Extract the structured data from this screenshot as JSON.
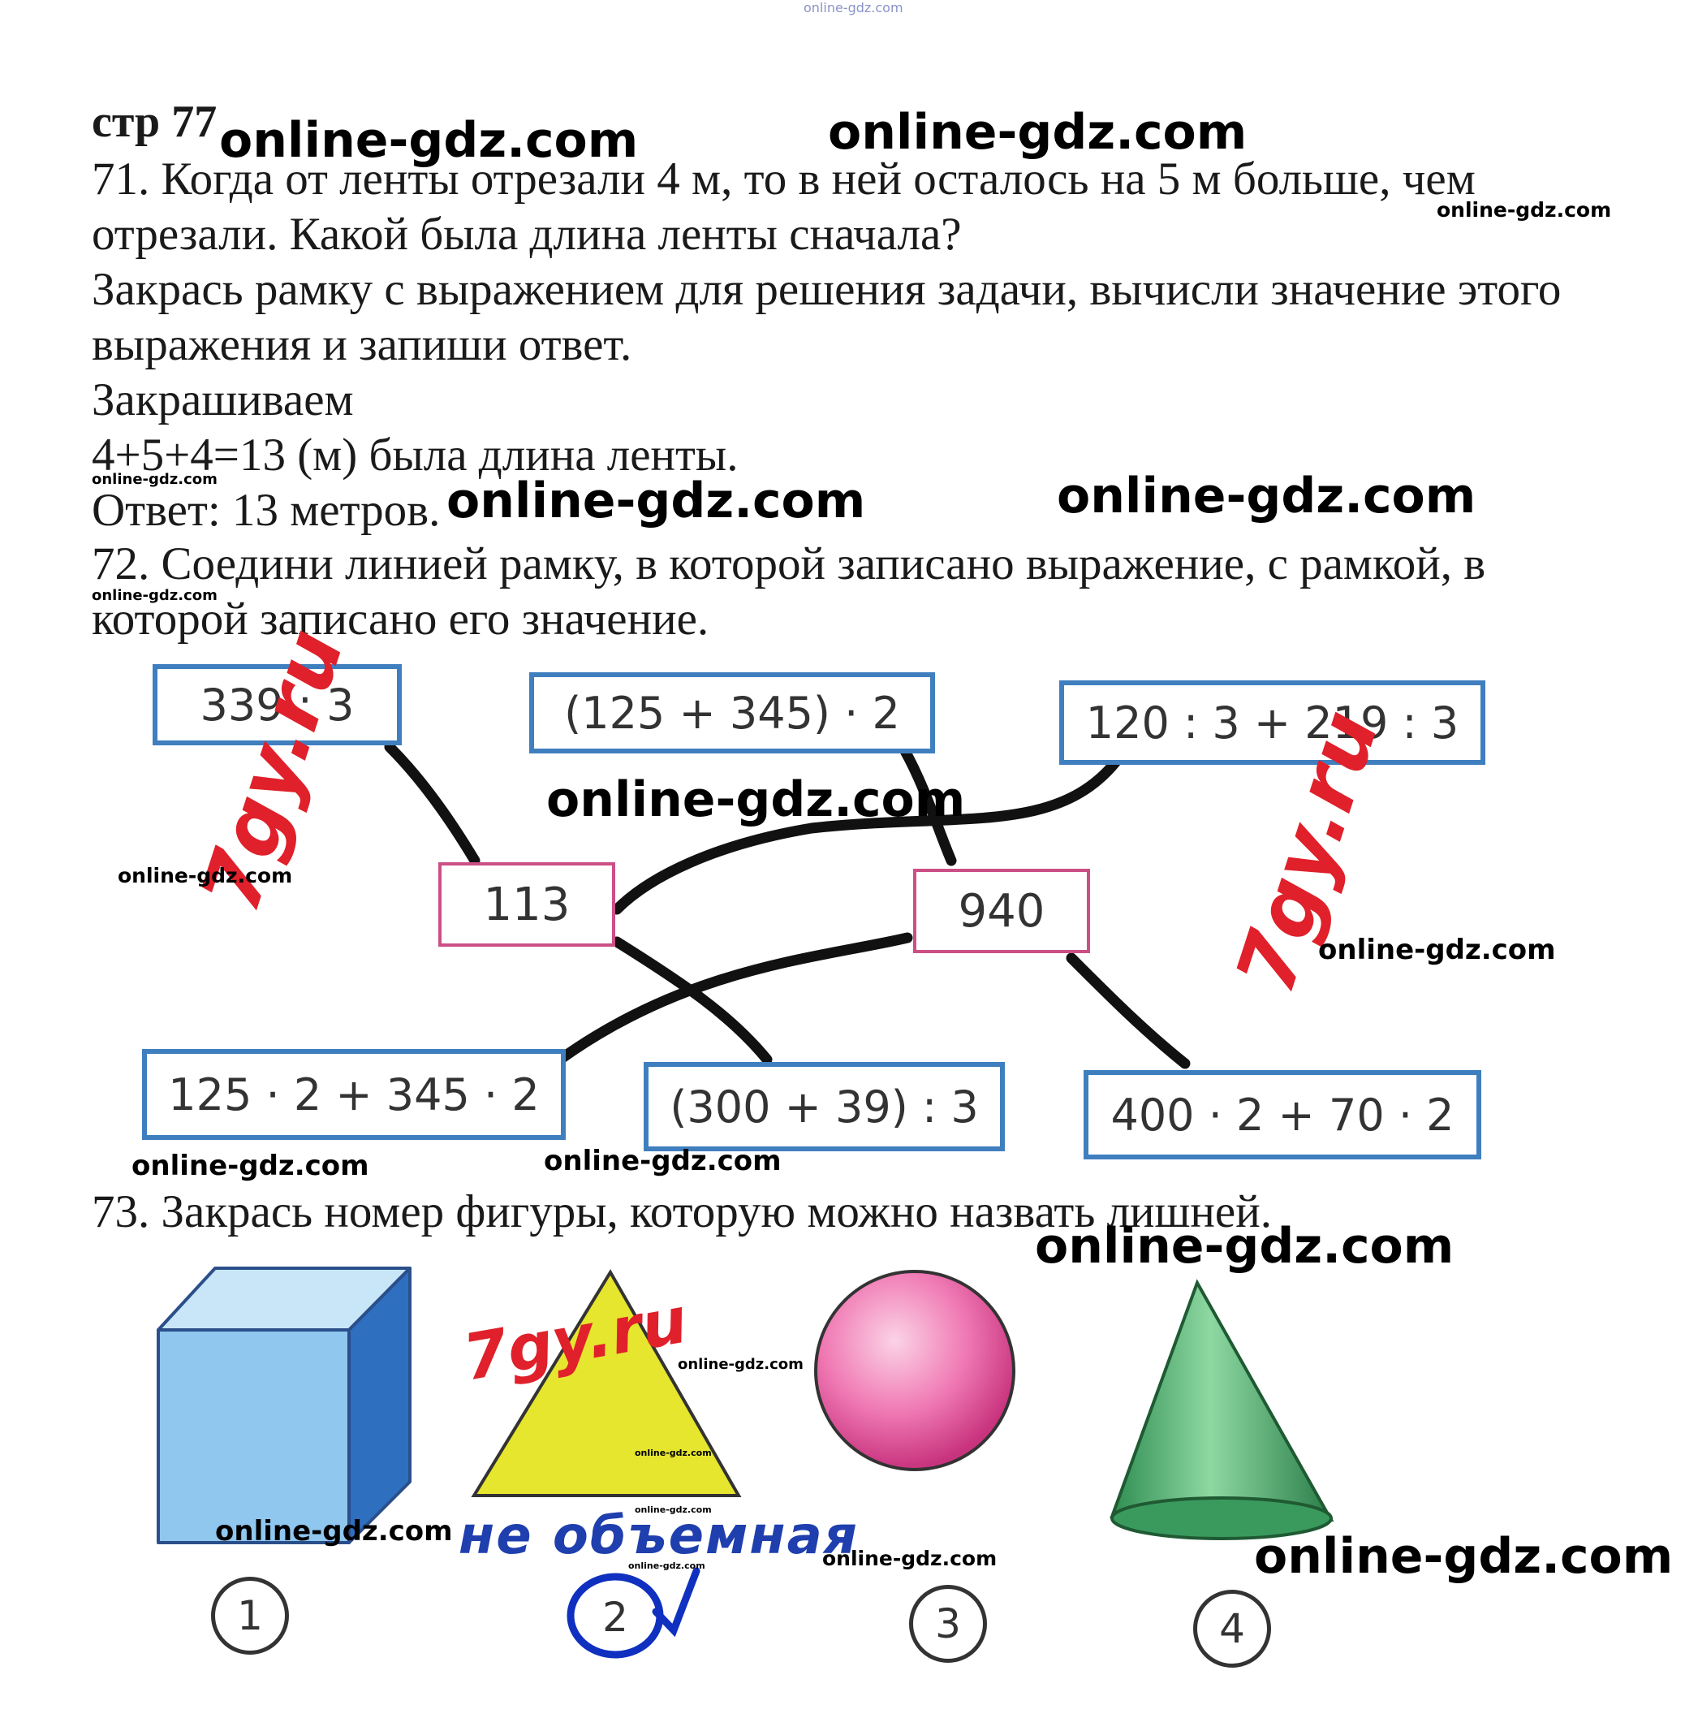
{
  "header_watermark": "online-gdz.com",
  "page_title": "стр 77",
  "watermark_text": "online-gdz.com",
  "stamp_text": "7gy.ru",
  "task71": {
    "line1": "71. Когда от ленты отрезали 4 м, то в ней осталось на 5 м больше, чем",
    "line2": "отрезали. Какой была длина ленты сначала?",
    "line3": "Закрась рамку с выражением для решения задачи, вычисли значение этого",
    "line4": "выражения и запиши ответ.",
    "line5": "Закрашиваем",
    "line6": "4+5+4=13 (м) была длина ленты.",
    "answer": "Ответ: 13 метров."
  },
  "task72": {
    "line1": "72. Соедини линией рамку, в которой записано выражение, с рамкой, в",
    "line2": "которой записано его значение.",
    "expressions": [
      "339 : 3",
      "(125 + 345) · 2",
      "120 : 3 + 219 : 3",
      "125 · 2 + 345 · 2",
      "(300 + 39) : 3",
      "400 · 2 + 70 · 2"
    ],
    "values": [
      "113",
      "940"
    ],
    "colors": {
      "expression_border": "#3f7fbf",
      "value_border": "#cc4f86",
      "line": "#111111"
    }
  },
  "task73": {
    "line1": "73. Закрась номер фигуры, которую можно назвать лишней.",
    "shapes": [
      "cube-icon",
      "triangle-icon",
      "sphere-icon",
      "cone-icon"
    ],
    "numbers": [
      "1",
      "2",
      "3",
      "4"
    ],
    "annotation": "не объемная",
    "selected": "2",
    "colors": {
      "cube": "#5fa8e0",
      "triangle": "#e6e62e",
      "sphere": "#f07ab4",
      "cone": "#3fae6a",
      "annotation": "#1f3fae"
    }
  }
}
